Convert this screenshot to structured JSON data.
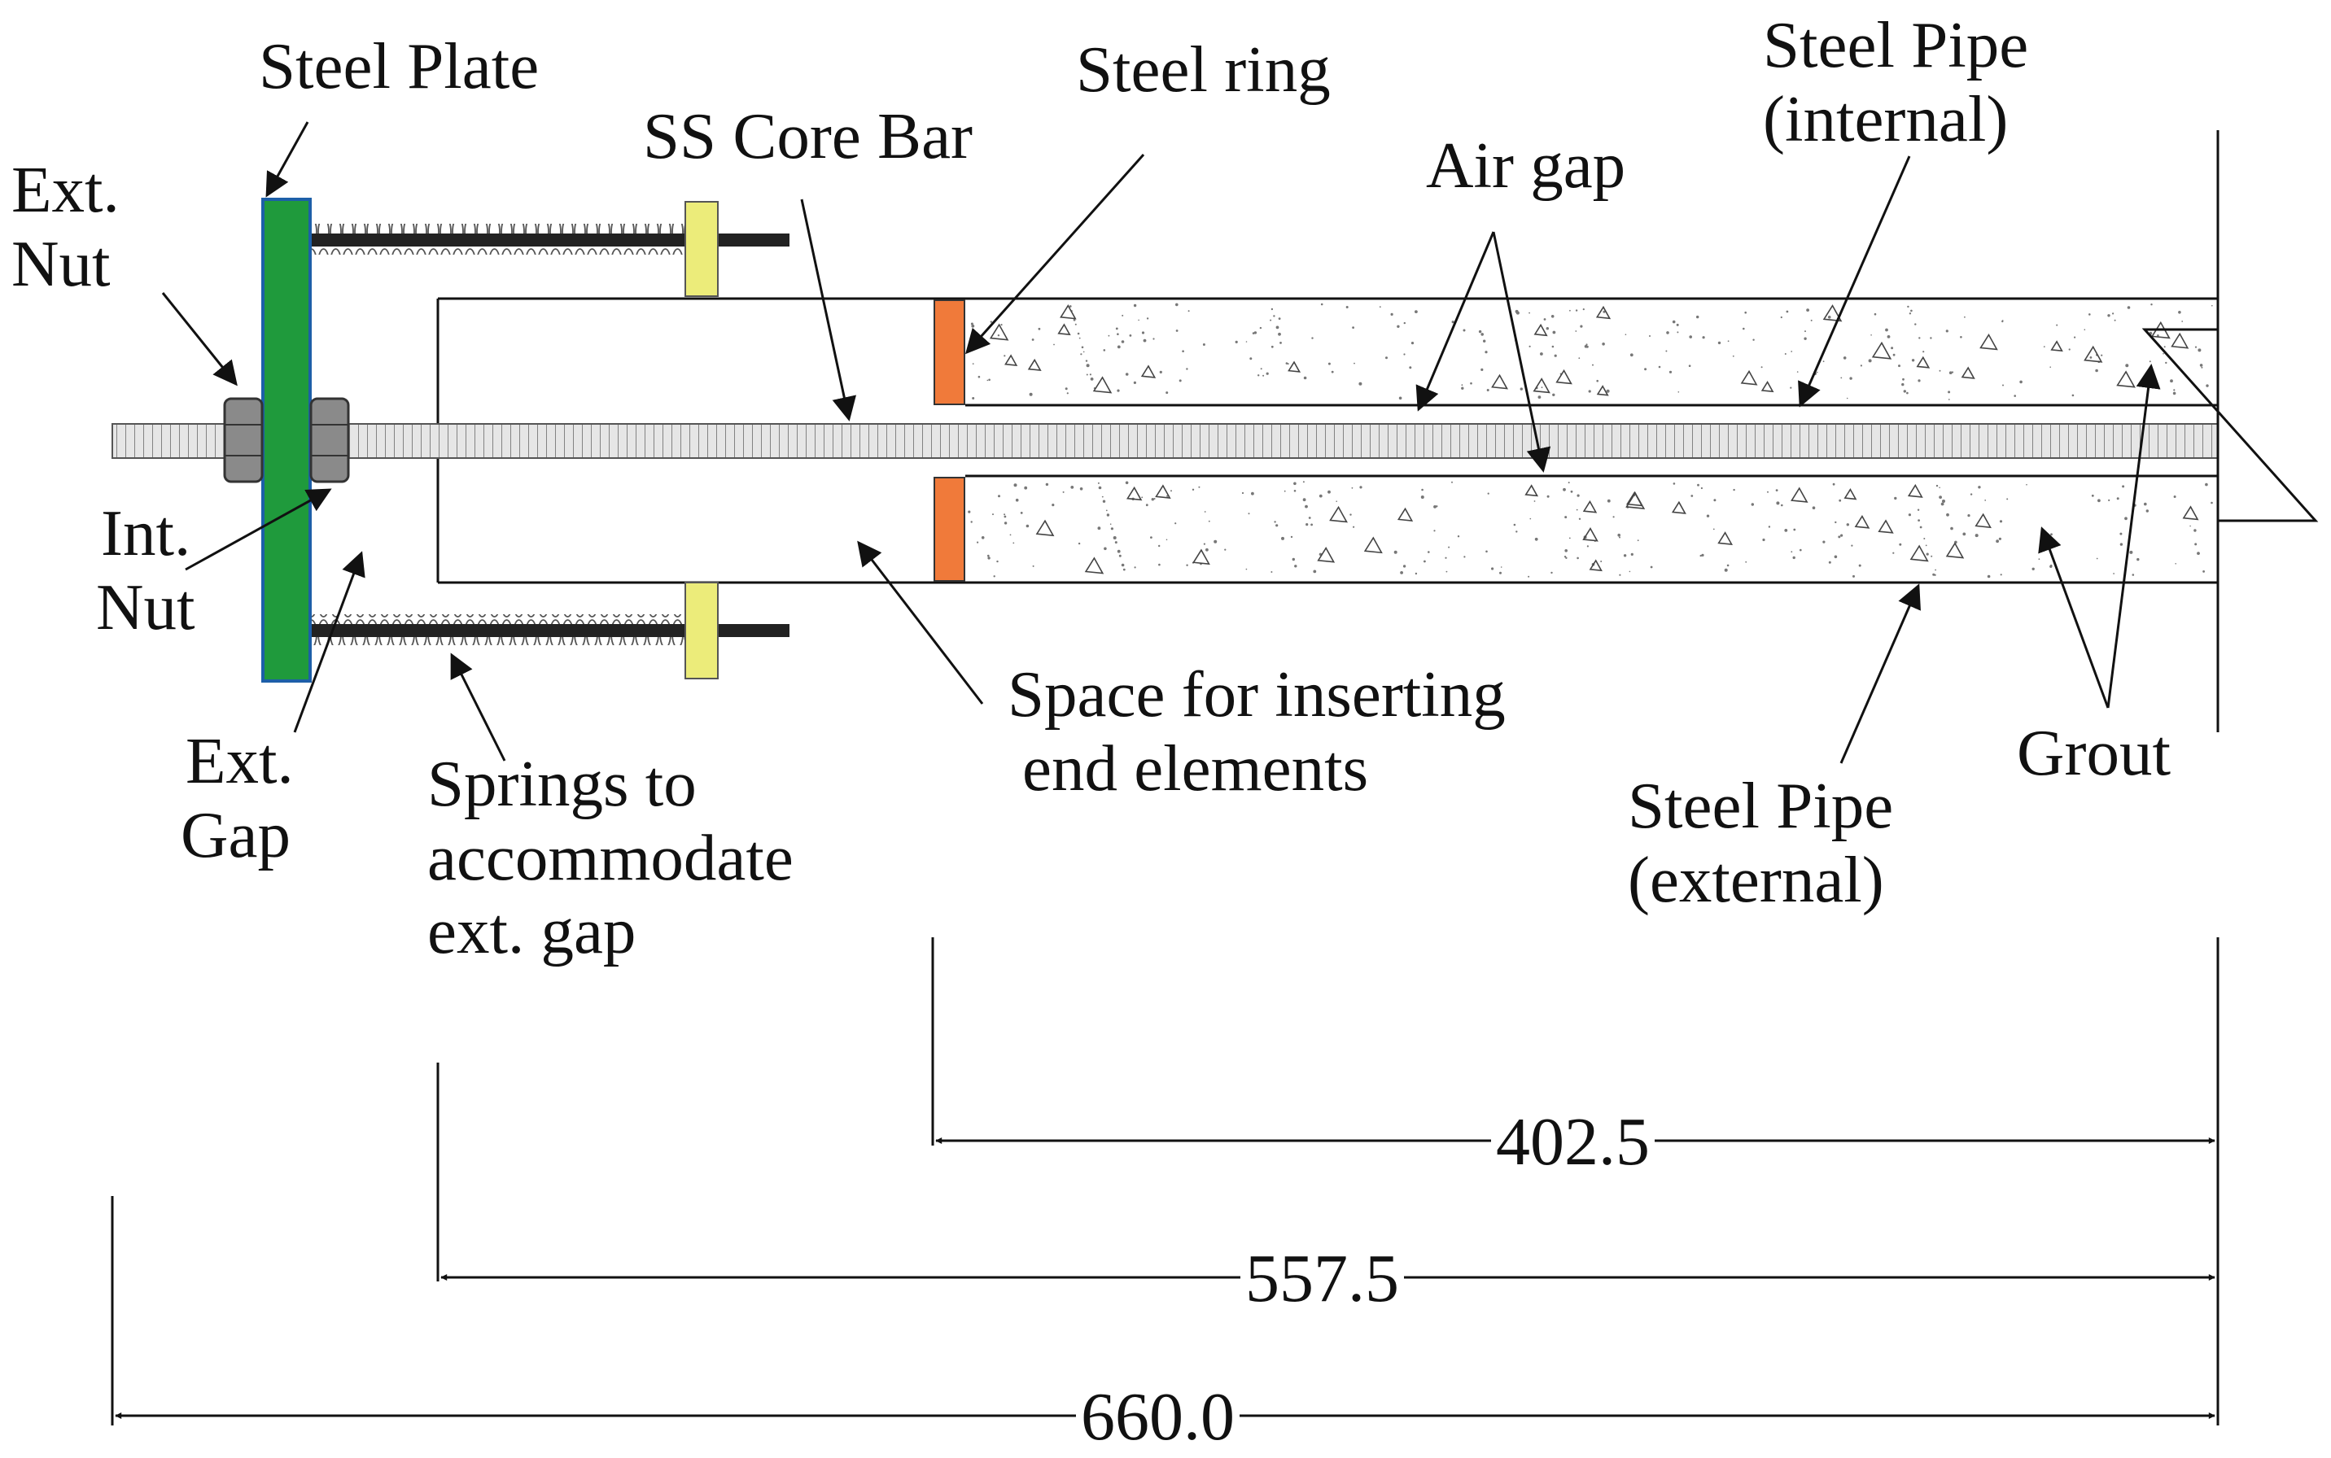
{
  "labels": {
    "steel_plate": "Steel Plate",
    "ext_nut": [
      "Ext.",
      "Nut"
    ],
    "int_nut": [
      "Int.",
      "Nut"
    ],
    "ext_gap": [
      "Ext.",
      "Gap"
    ],
    "ss_core_bar": "SS Core Bar",
    "steel_ring": "Steel ring",
    "air_gap": "Air gap",
    "steel_pipe_internal": [
      "Steel Pipe",
      "(internal)"
    ],
    "steel_pipe_external": [
      "Steel Pipe",
      "(external)"
    ],
    "grout": "Grout",
    "springs": [
      "Springs to",
      "accommodate",
      "ext. gap"
    ],
    "space_inserting": [
      "Space for inserting",
      "end elements"
    ]
  },
  "dimensions": {
    "d1": "402.5",
    "d2": "557.5",
    "d3": "660.0"
  },
  "colors": {
    "steel_plate": "#1f9a3c",
    "steel_plate_edge": "#1d5fa8",
    "steel_ring": "#f07a3a",
    "washer": "#ecec7a",
    "nut": "#8a8a8a",
    "spring_rod": "#222222",
    "line": "#111111"
  }
}
